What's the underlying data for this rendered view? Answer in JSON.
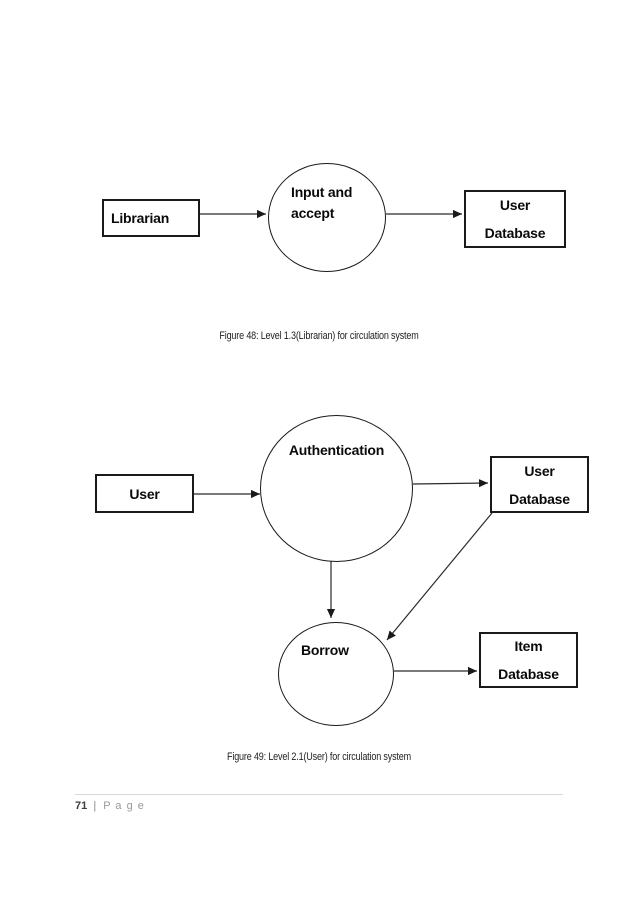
{
  "figure48": {
    "caption": "Figure 48: Level 1.3(Librarian) for circulation system",
    "entity_label": "Librarian",
    "process_label": "Input and accept",
    "datastore_user": {
      "line1": "User",
      "line2": "Database"
    }
  },
  "figure49": {
    "caption": "Figure 49: Level 2.1(User) for circulation system",
    "entity_label": "User",
    "process_auth_label": "Authentication",
    "process_borrow_label": "Borrow",
    "datastore_user": {
      "line1": "User",
      "line2": "Database"
    },
    "datastore_item": {
      "line1": "Item",
      "line2": "Database"
    }
  },
  "footer": {
    "page_number": "71",
    "separator": "|",
    "page_label": "P a g e"
  },
  "colors": {
    "ink": "#1a1a1a",
    "connector": "#2b2b2b",
    "divider": "#d9d9d9",
    "footer_gray": "#999999"
  }
}
